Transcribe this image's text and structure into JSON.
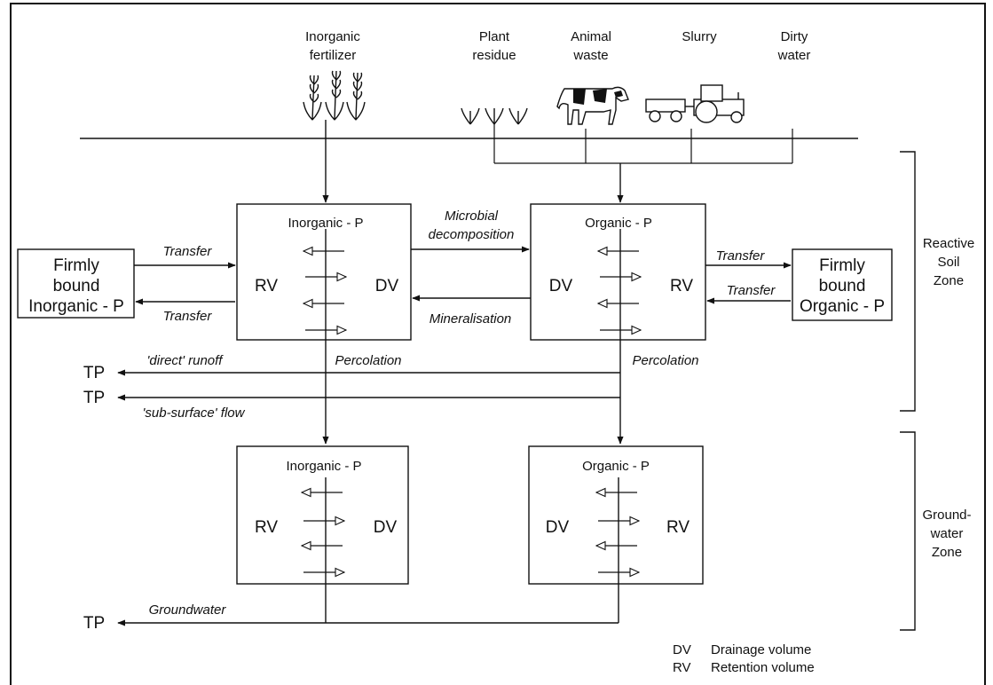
{
  "sources": {
    "inorganic_fertilizer": [
      "Inorganic",
      "fertilizer"
    ],
    "plant_residue": [
      "Plant",
      "residue"
    ],
    "animal_waste": [
      "Animal",
      "waste"
    ],
    "slurry": [
      "Slurry"
    ],
    "dirty_water": [
      "Dirty",
      "water"
    ]
  },
  "soil_boxes": {
    "inorganic": {
      "title": "Inorganic - P",
      "left": "RV",
      "right": "DV"
    },
    "organic": {
      "title": "Organic - P",
      "left": "DV",
      "right": "RV"
    }
  },
  "ground_boxes": {
    "inorganic": {
      "title": "Inorganic - P",
      "left": "RV",
      "right": "DV"
    },
    "organic": {
      "title": "Organic - P",
      "left": "DV",
      "right": "RV"
    }
  },
  "firmly_bound": {
    "inorganic": [
      "Firmly",
      "bound",
      "Inorganic - P"
    ],
    "organic": [
      "Firmly",
      "bound",
      "Organic - P"
    ]
  },
  "flows": {
    "transfer": "Transfer",
    "microbial": [
      "Microbial",
      "decomposition"
    ],
    "mineralisation": "Mineralisation",
    "percolation": "Percolation",
    "direct_runoff": "'direct' runoff",
    "subsurface_flow": "'sub-surface' flow",
    "groundwater": "Groundwater",
    "tp": "TP"
  },
  "zones": {
    "reactive": [
      "Reactive",
      "Soil",
      "Zone"
    ],
    "ground": [
      "Ground-",
      "water",
      "Zone"
    ]
  },
  "legend": [
    {
      "abbr": "DV",
      "text": "Drainage volume"
    },
    {
      "abbr": "RV",
      "text": "Retention volume"
    }
  ]
}
